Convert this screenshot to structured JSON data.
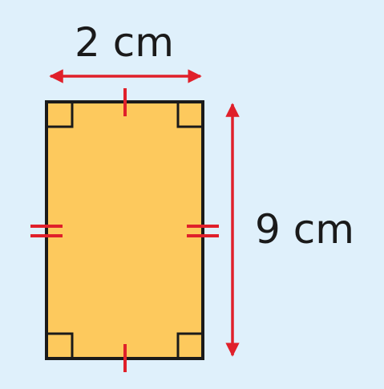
{
  "diagram": {
    "shape": "rectangle",
    "width_label": "2 cm",
    "height_label": "9 cm",
    "colors": {
      "background": "#dff0fb",
      "fill": "#fdc95d",
      "outline": "#1a1a1a",
      "marks": "#e0202a",
      "label_text": "#1a1a1a"
    }
  }
}
